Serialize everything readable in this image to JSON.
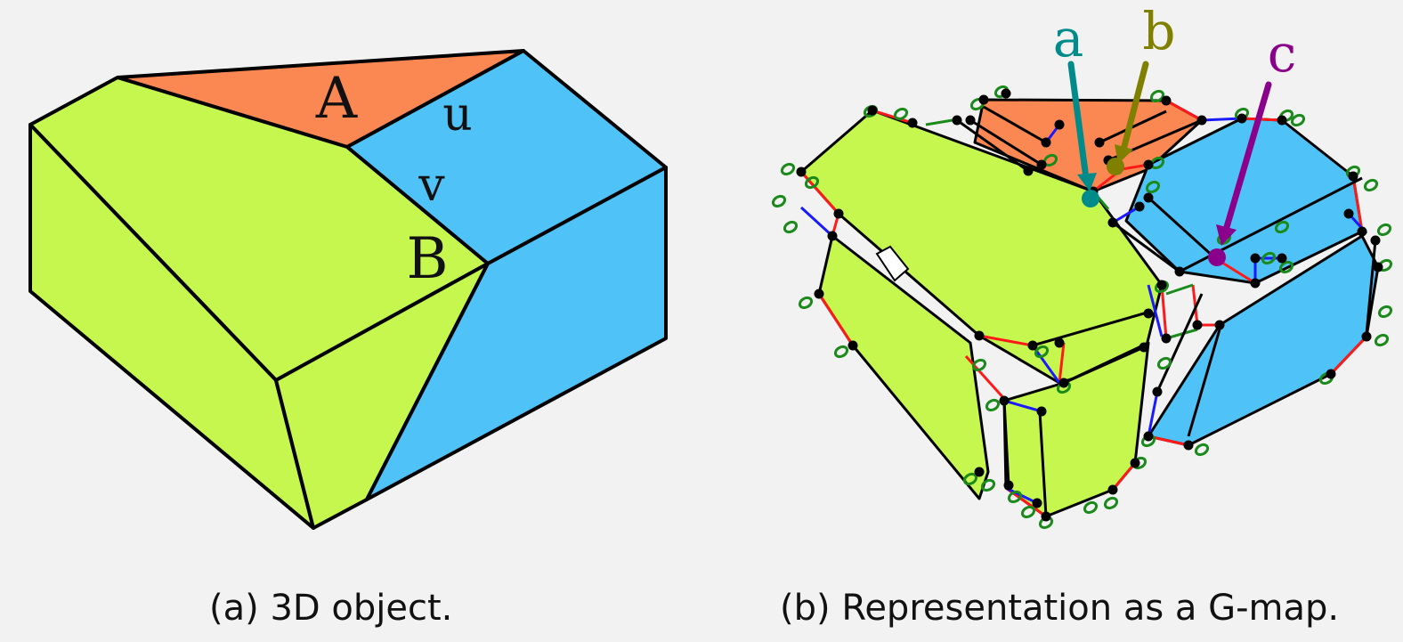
{
  "panel_a": {
    "labels": {
      "face_a": "A",
      "face_b": "B",
      "vertex_u": "u",
      "vertex_v": "v"
    },
    "caption": "(a) 3D object."
  },
  "panel_b": {
    "labels": {
      "dart_a": "a",
      "dart_b": "b",
      "dart_c": "c"
    },
    "caption": "(b) Representation as a G-map."
  },
  "colors": {
    "green_face": "#c6f74e",
    "blue_face": "#4fc3f7",
    "orange_face": "#fb8752",
    "edge_black": "#000000",
    "alpha_red": "#ff1a1a",
    "alpha_blue": "#1a1aff",
    "alpha_green": "#1a8a1a",
    "dart_a": "#008b8b",
    "dart_b": "#808000",
    "dart_c": "#8b008b"
  }
}
